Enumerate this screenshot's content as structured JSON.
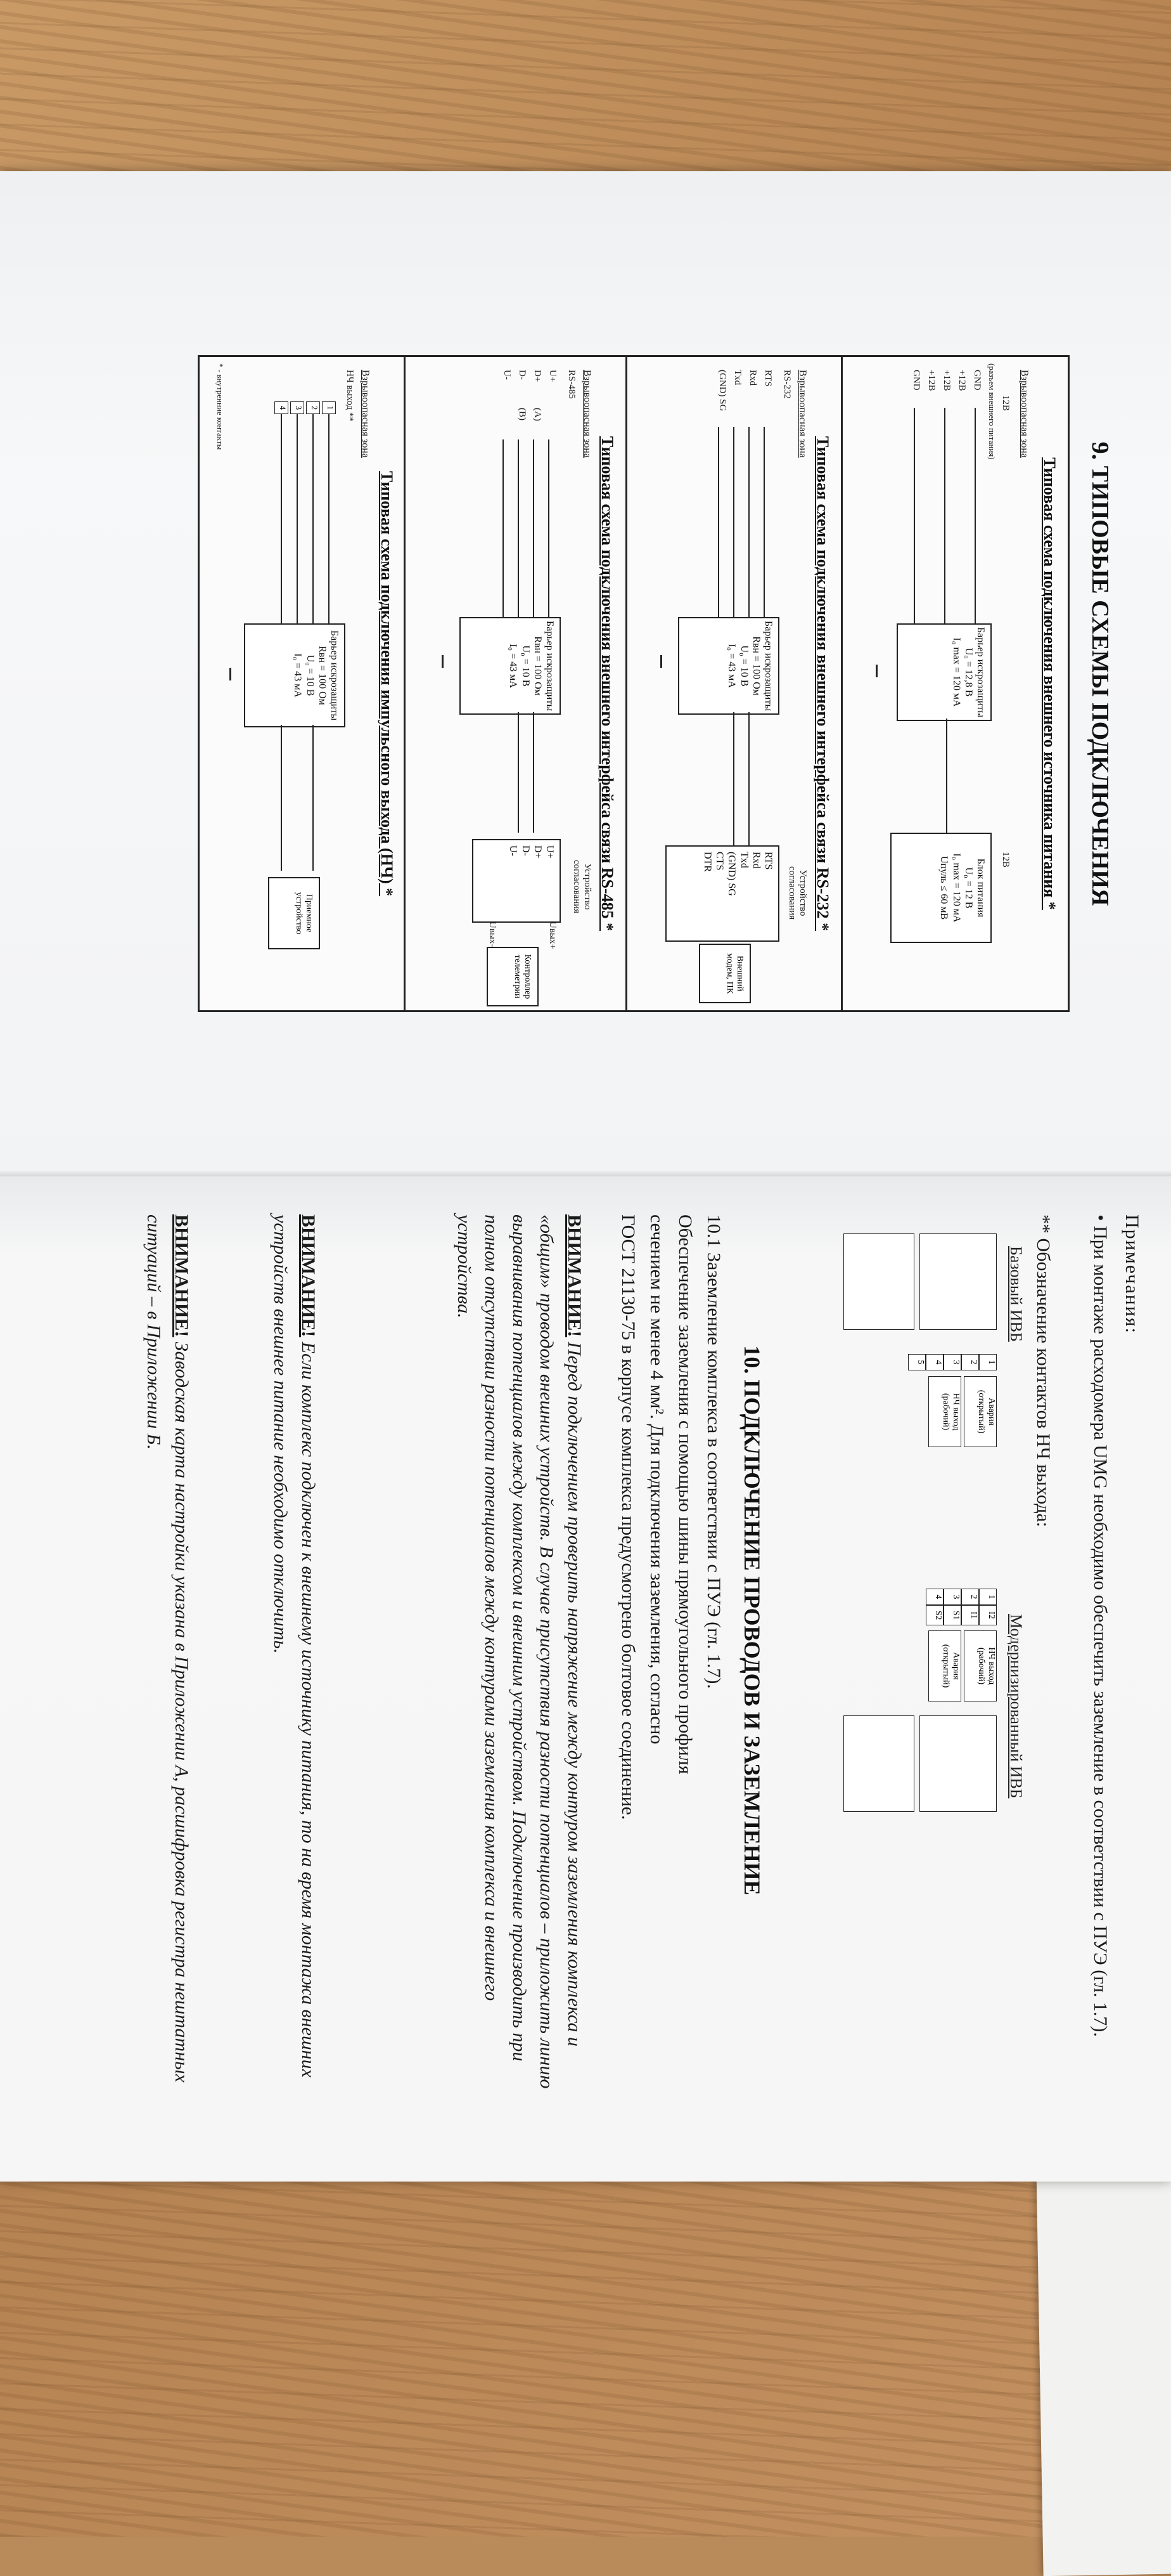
{
  "left_page": {
    "section_title": "9. ТИПОВЫЕ СХЕМЫ ПОДКЛЮЧЕНИЯ",
    "diagram1": {
      "title": "Типовая схема подключения внешнего источника питания *",
      "zone": "Взрывоопасная зона",
      "zone_sub": "12В",
      "zone_note": "(разъем внешнего питания)",
      "pins": [
        "GND",
        "+12В",
        "+12В",
        "+12В",
        "GND"
      ],
      "barrier": "Барьер искрозащиты\nU₀ = 12,8 В\nI₀ max = 120 мА",
      "psu_title": "12В",
      "psu": "Блок питания\nU₀ = 12 В\nI₀ max = 120 мА\nUпуль ≤ 60 мВ"
    },
    "diagram2": {
      "title": "Типовая схема подключения внешнего интерфейса связи RS-232 *",
      "zone": "Взрывоопасная зона",
      "iface": "RS-232",
      "pins": [
        "RTS",
        "Rxd",
        "Txd",
        "(GND) SG"
      ],
      "barrier": "Барьер искрозащиты\nRвн = 100 Ом\nU₀ = 10 В\nI₀ = 43 мА",
      "device": "Устройство согласования",
      "device_pins": [
        "RTS",
        "Rxd",
        "Txd",
        "(GND) SG",
        "CTS",
        "DTR"
      ],
      "external": "Внешний модем, ПК"
    },
    "diagram3": {
      "title": "Типовая схема подключения внешнего интерфейса связи RS-485 *",
      "zone": "Взрывоопасная зона",
      "iface": "RS-485",
      "pins": [
        "U+",
        "D+",
        "D-",
        "U-"
      ],
      "mid": [
        "(A)",
        "(B)"
      ],
      "barrier": "Барьер искрозащиты\nRвн = 100 Ом\nU₀ = 10 В\nI₀ = 43 мА",
      "device": "Устройство согласования",
      "device_pins": [
        "U+",
        "D+",
        "D-",
        "U-"
      ],
      "right": [
        "Uвых+",
        "Uвых-"
      ],
      "external": "Контроллер телеметрии"
    },
    "diagram4": {
      "title": "Типовая схема подключения импульсного выхода (НЧ) *",
      "zone": "Взрывоопасная зона",
      "iface": "НЧ выход **",
      "barrier": "Барьер искрозащиты\nRвн = 100 Ом\nU₀ = 10 В\nI₀ = 43 мА",
      "external": "Приемное устройство",
      "footnote": "* - внутренние контакты"
    }
  },
  "right_page": {
    "notes_title": "Примечания:",
    "bullet1": "При монтаже расходомера UMG необходимо обеспечить заземление в соответствии с ПУЭ (гл. 1.7).",
    "bullet2": "Обозначение контактов НЧ выхода:",
    "ibs_title": "Базовый ИВБ",
    "mibs_title": "Модернизированный ИВБ",
    "ibs_rows": [
      {
        "n": "1",
        "label": "Авария (открытый)"
      },
      {
        "n": "2",
        "label": ""
      },
      {
        "n": "3",
        "label": "НЧ выход (рабочий)"
      },
      {
        "n": "4",
        "label": ""
      },
      {
        "n": "5",
        "label": ""
      }
    ],
    "mibs_rows": [
      {
        "n": "1",
        "c": "I2",
        "label": "НЧ выход (рабочий)"
      },
      {
        "n": "2",
        "c": "I1",
        "label": ""
      },
      {
        "n": "3",
        "c": "S1",
        "label": "Авария (открытый)"
      },
      {
        "n": "4",
        "c": "S2",
        "label": ""
      }
    ],
    "section10_title": "10. ПОДКЛЮЧЕНИЕ ПРОВОДОВ И ЗАЗЕМЛЕНИЕ",
    "p101_a": "10.1 Заземление комплекса в соответствии с ПУЭ (гл. 1.7).",
    "p101_b": "Обеспечение заземления с помощью шины прямоугольного профиля",
    "p101_c": "сечением не менее 4 мм². Для подключения заземления, согласно",
    "p101_d": "ГОСТ 21130-75 в корпусе комплекса предусмотрено болтовое соединение.",
    "warn1_label": "ВНИМАНИЕ!",
    "warn1_text": "Перед подключением проверить напряжение между контуром заземления комплекса и «общим» проводом внешних устройств. В случае присутствия разности потенциалов – приложить линию выравнивания потенциалов между комплексом и внешним устройством. Подключение производить при полном отсутствии разности потенциалов между контурами заземления комплекса и внешнего устройства.",
    "warn2_label": "ВНИМАНИЕ!",
    "warn2_text": "Если комплекс подключен к внешнему источнику питания, то на время монтажа внешних устройств внешнее питание необходимо отключить.",
    "warn3_label": "ВНИМАНИЕ!",
    "warn3_text": "Заводская карта настройки указана в Приложении А, расшифровка регистра нештатных ситуаций – в Приложении Б."
  },
  "colors": {
    "paper": "#f5f6f7",
    "ink": "#1a1a1a",
    "table": "#b98a5a"
  }
}
